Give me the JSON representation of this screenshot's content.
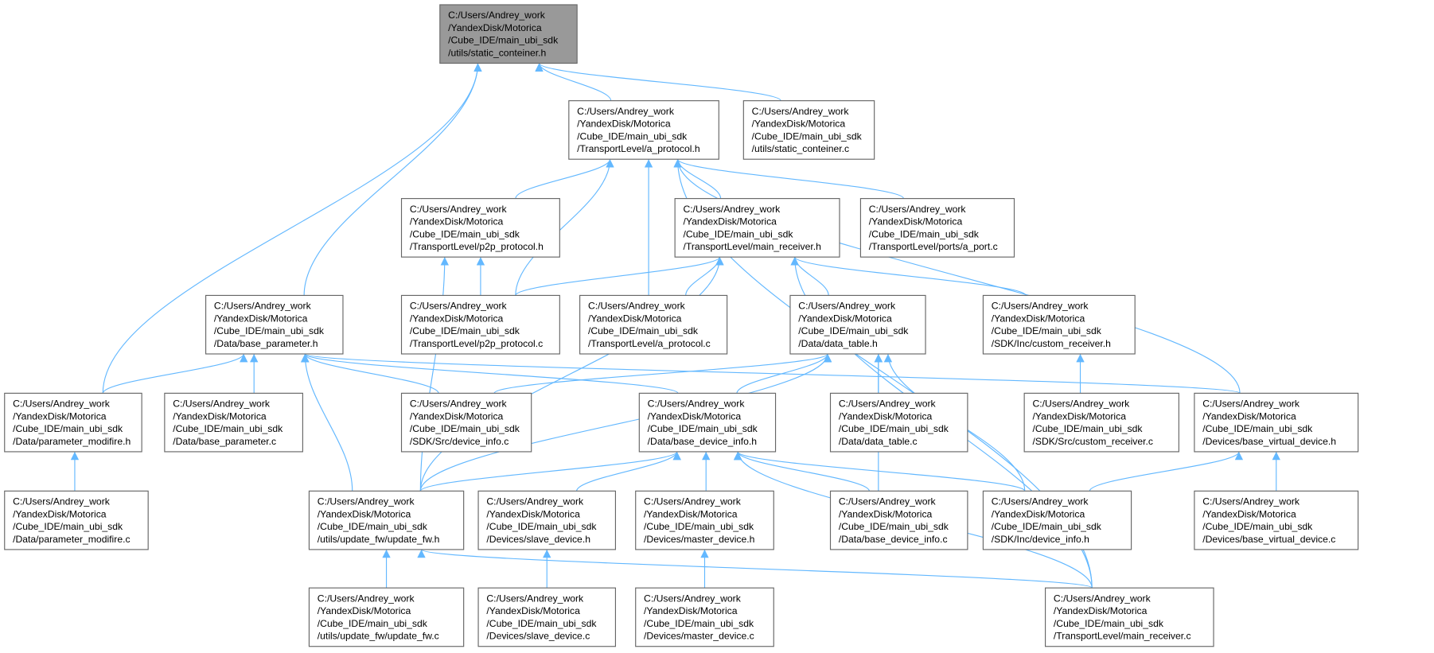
{
  "graph": {
    "title": "Include dependency graph for static_conteiner.h",
    "edge_color": "#63b8ff",
    "root_fill": "#999999",
    "path_prefix": [
      "C:/Users/Andrey_work",
      "/YandexDisk/Motorica",
      "/Cube_IDE/main_ubi_sdk"
    ],
    "nodes": [
      {
        "id": "static_h",
        "file": "/utils/static_conteiner.h",
        "root": true
      },
      {
        "id": "a_protocol_h",
        "file": "/TransportLevel/a_protocol.h"
      },
      {
        "id": "static_c",
        "file": "/utils/static_conteiner.c"
      },
      {
        "id": "p2p_protocol_h",
        "file": "/TransportLevel/p2p_protocol.h"
      },
      {
        "id": "main_receiver_h",
        "file": "/TransportLevel/main_receiver.h"
      },
      {
        "id": "a_port_c",
        "file": "/TransportLevel/ports/a_port.c"
      },
      {
        "id": "base_parameter_h",
        "file": "/Data/base_parameter.h"
      },
      {
        "id": "p2p_protocol_c",
        "file": "/TransportLevel/p2p_protocol.c"
      },
      {
        "id": "a_protocol_c",
        "file": "/TransportLevel/a_protocol.c"
      },
      {
        "id": "data_table_h",
        "file": "/Data/data_table.h"
      },
      {
        "id": "custom_receiver_h",
        "file": "/SDK/Inc/custom_receiver.h"
      },
      {
        "id": "parameter_modifire_h",
        "file": "/Data/parameter_modifire.h"
      },
      {
        "id": "base_parameter_c",
        "file": "/Data/base_parameter.c"
      },
      {
        "id": "device_info_c",
        "file": "/SDK/Src/device_info.c"
      },
      {
        "id": "base_device_info_h",
        "file": "/Data/base_device_info.h"
      },
      {
        "id": "data_table_c",
        "file": "/Data/data_table.c"
      },
      {
        "id": "custom_receiver_c",
        "file": "/SDK/Src/custom_receiver.c"
      },
      {
        "id": "base_virtual_device_h",
        "file": "/Devices/base_virtual_device.h"
      },
      {
        "id": "parameter_modifire_c",
        "file": "/Data/parameter_modifire.c"
      },
      {
        "id": "update_fw_h",
        "file": "/utils/update_fw/update_fw.h"
      },
      {
        "id": "slave_device_h",
        "file": "/Devices/slave_device.h"
      },
      {
        "id": "master_device_h",
        "file": "/Devices/master_device.h"
      },
      {
        "id": "base_device_info_c",
        "file": "/Data/base_device_info.c"
      },
      {
        "id": "device_info_h",
        "file": "/SDK/Inc/device_info.h"
      },
      {
        "id": "base_virtual_device_c",
        "file": "/Devices/base_virtual_device.c"
      },
      {
        "id": "update_fw_c",
        "file": "/utils/update_fw/update_fw.c"
      },
      {
        "id": "slave_device_c",
        "file": "/Devices/slave_device.c"
      },
      {
        "id": "master_device_c",
        "file": "/Devices/master_device.c"
      },
      {
        "id": "main_receiver_c",
        "file": "/TransportLevel/main_receiver.c"
      }
    ],
    "edges": [
      [
        "a_protocol_h",
        "static_h"
      ],
      [
        "static_c",
        "static_h"
      ],
      [
        "base_parameter_h",
        "static_h"
      ],
      [
        "parameter_modifire_h",
        "static_h"
      ],
      [
        "p2p_protocol_h",
        "a_protocol_h"
      ],
      [
        "main_receiver_h",
        "a_protocol_h"
      ],
      [
        "a_port_c",
        "a_protocol_h"
      ],
      [
        "p2p_protocol_c",
        "a_protocol_h"
      ],
      [
        "a_protocol_c",
        "a_protocol_h"
      ],
      [
        "base_virtual_device_h",
        "a_protocol_h"
      ],
      [
        "main_receiver_c",
        "a_protocol_h"
      ],
      [
        "p2p_protocol_c",
        "p2p_protocol_h"
      ],
      [
        "update_fw_h",
        "p2p_protocol_h"
      ],
      [
        "p2p_protocol_c",
        "main_receiver_h"
      ],
      [
        "a_protocol_c",
        "main_receiver_h"
      ],
      [
        "update_fw_h",
        "main_receiver_h"
      ],
      [
        "data_table_h",
        "main_receiver_h"
      ],
      [
        "custom_receiver_h",
        "main_receiver_h"
      ],
      [
        "main_receiver_c",
        "main_receiver_h"
      ],
      [
        "parameter_modifire_h",
        "base_parameter_h"
      ],
      [
        "base_parameter_c",
        "base_parameter_h"
      ],
      [
        "update_fw_h",
        "base_parameter_h"
      ],
      [
        "device_info_c",
        "base_parameter_h"
      ],
      [
        "base_device_info_h",
        "base_parameter_h"
      ],
      [
        "base_virtual_device_h",
        "base_parameter_h"
      ],
      [
        "device_info_c",
        "data_table_h"
      ],
      [
        "base_device_info_h",
        "data_table_h"
      ],
      [
        "data_table_c",
        "data_table_h"
      ],
      [
        "base_device_info_c",
        "data_table_h"
      ],
      [
        "device_info_h",
        "data_table_h"
      ],
      [
        "update_fw_h",
        "data_table_h"
      ],
      [
        "custom_receiver_c",
        "custom_receiver_h"
      ],
      [
        "parameter_modifire_c",
        "parameter_modifire_h"
      ],
      [
        "update_fw_h",
        "base_device_info_h"
      ],
      [
        "slave_device_h",
        "base_device_info_h"
      ],
      [
        "master_device_h",
        "base_device_info_h"
      ],
      [
        "base_device_info_c",
        "base_device_info_h"
      ],
      [
        "device_info_h",
        "base_device_info_h"
      ],
      [
        "main_receiver_c",
        "base_device_info_h"
      ],
      [
        "device_info_h",
        "base_virtual_device_h"
      ],
      [
        "base_virtual_device_c",
        "base_virtual_device_h"
      ],
      [
        "update_fw_c",
        "update_fw_h"
      ],
      [
        "main_receiver_c",
        "update_fw_h"
      ],
      [
        "slave_device_c",
        "slave_device_h"
      ],
      [
        "master_device_c",
        "master_device_h"
      ]
    ]
  }
}
